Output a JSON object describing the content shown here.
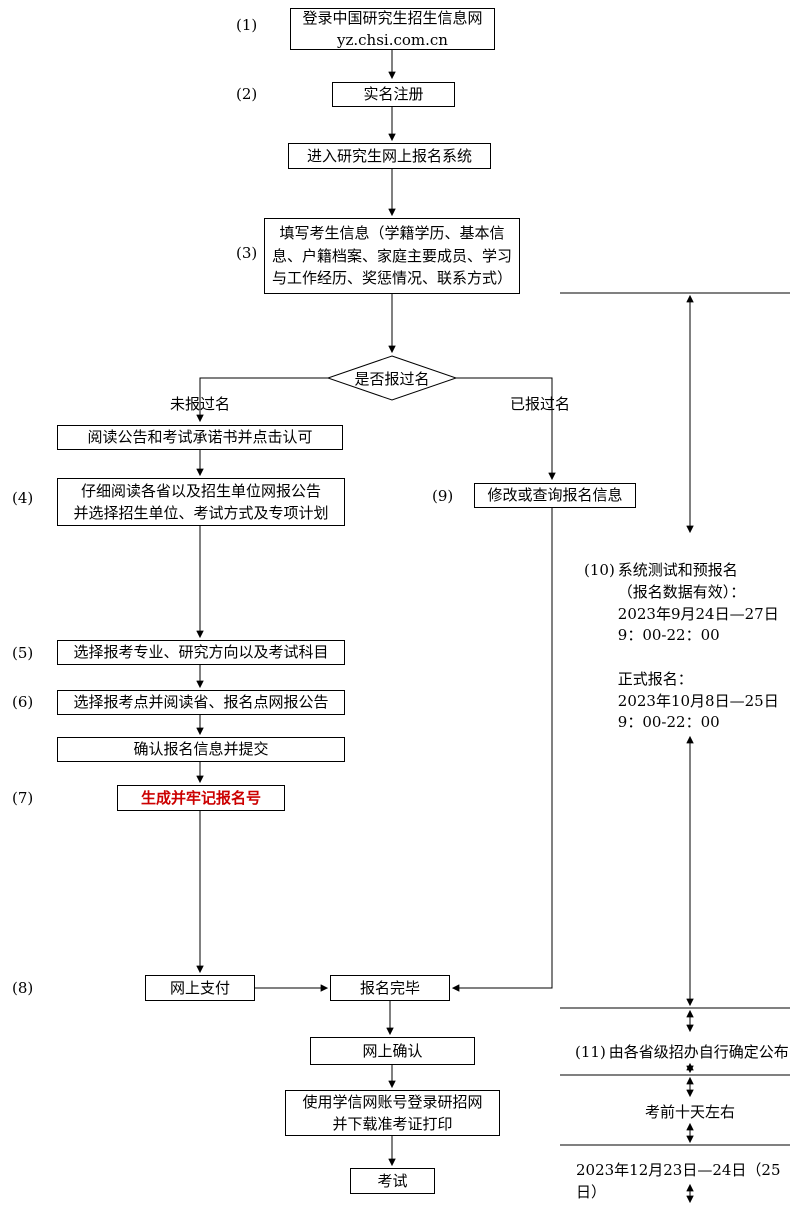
{
  "steps": {
    "s1": "(1)",
    "s2": "(2)",
    "s3": "(3)",
    "s4": "(4)",
    "s5": "(5)",
    "s6": "(6)",
    "s7": "(7)",
    "s8": "(8)",
    "s9": "(9)",
    "s10": "(10)",
    "s11": "(11)"
  },
  "nodes": {
    "login": "登录中国研究生招生信息网\nyz.chsi.com.cn",
    "register": "实名注册",
    "enter_system": "进入研究生网上报名系统",
    "fill_info": "填写考生信息（学籍学历、基本信\n息、户籍档案、家庭主要成员、学习\n与工作经历、奖惩情况、联系方式）",
    "decision": "是否报过名",
    "branch_no": "未报过名",
    "branch_yes": "已报过名",
    "read_notice": "阅读公告和考试承诺书并点击认可",
    "read_province": "仔细阅读各省以及招生单位网报公告\n并选择招生单位、考试方式及专项计划",
    "modify_query": "修改或查询报名信息",
    "choose_major": "选择报考专业、研究方向以及考试科目",
    "choose_site": "选择报考点并阅读省、报名点网报公告",
    "confirm_submit": "确认报名信息并提交",
    "remember_id": "生成并牢记报名号",
    "pay": "网上支付",
    "complete": "报名完毕",
    "online_confirm": "网上确认",
    "download": "使用学信网账号登录研招网\n并下载准考证打印",
    "exam": "考试"
  },
  "annotations": {
    "note10": "系统测试和预报名\n（报名数据有效）：\n2023年9月24日—27日\n9：00-22：00\n\n正式报名：\n2023年10月8日—25日\n9：00-22：00",
    "note11": "由各省级招办自行确定公布",
    "pre_exam": "考前十天左右",
    "exam_date": "2023年12月23日—24日（25日）"
  },
  "colors": {
    "line": "#000000",
    "highlight": "#cc0000"
  }
}
